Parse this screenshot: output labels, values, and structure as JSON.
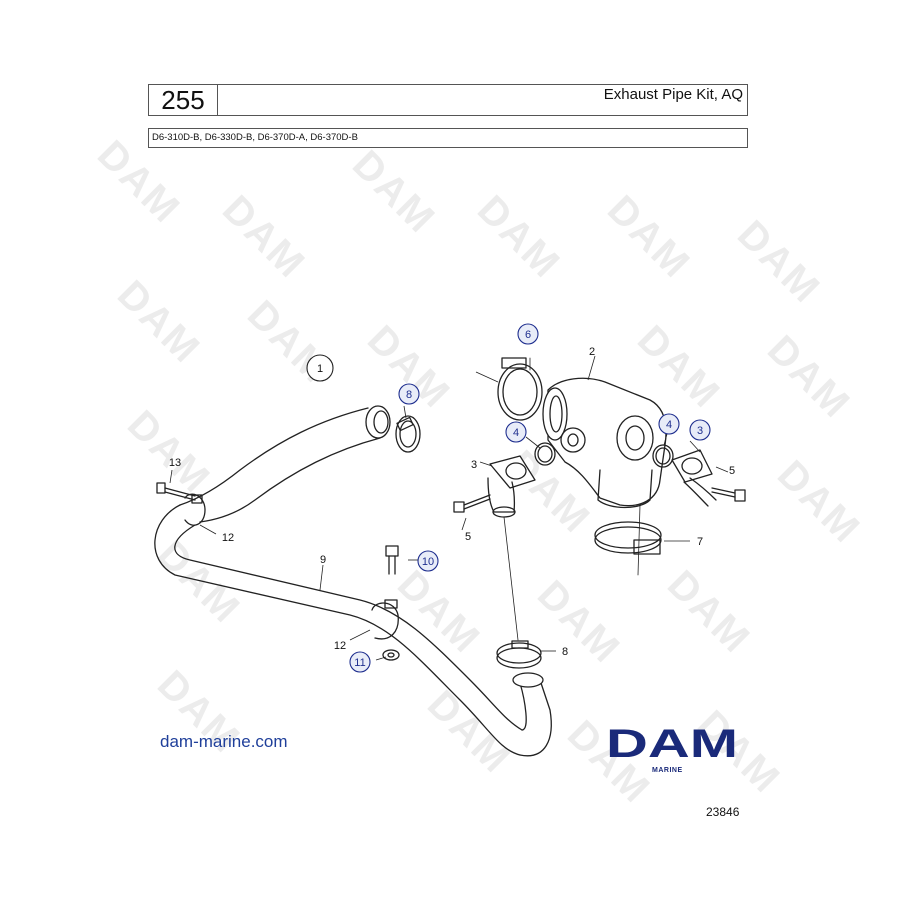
{
  "header": {
    "page_number": "255",
    "title": "Exhaust Pipe Kit, AQ",
    "models": "D6-310D-B, D6-330D-B, D6-370D-A, D6-370D-B"
  },
  "callouts": {
    "c1": "1",
    "c2": "2",
    "c3a": "3",
    "c3b": "3",
    "c4a": "4",
    "c4b": "4",
    "c5a": "5",
    "c5b": "5",
    "c6": "6",
    "c7": "7",
    "c8a": "8",
    "c8b": "8",
    "c9": "9",
    "c10": "10",
    "c11": "11",
    "c12a": "12",
    "c12b": "12",
    "c13": "13"
  },
  "footer": {
    "website": "dam-marine.com",
    "logo_text": "DAM",
    "logo_subtext": "MARINE",
    "drawing_number": "23846"
  },
  "watermark": "DAM",
  "colors": {
    "brand": "#1a2a7a",
    "bubble": "#1f2f8f"
  }
}
